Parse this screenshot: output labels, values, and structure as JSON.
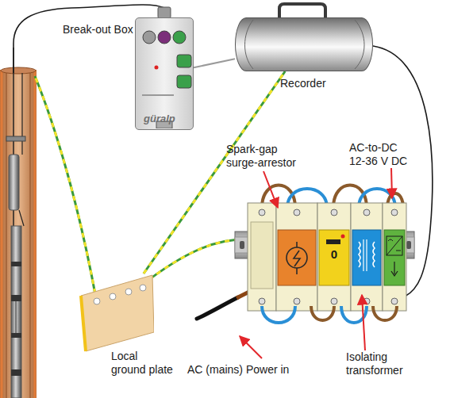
{
  "diagram": {
    "nodes": [
      {
        "text": [
          "Break-out Box",
          "güralp"
        ]
      },
      {
        "text": [
          "Recorder"
        ]
      },
      {
        "text": [
          "Local ground plate"
        ]
      }
    ],
    "edges": [
      {
        "from": 0,
        "to": 1,
        "arrow": "none"
      },
      {
        "from": 2,
        "to": 1,
        "arrow": "none"
      }
    ],
    "labels": [
      "Spark-gap surge-arrestor",
      "AC-to-DC 12-36 V DC",
      "0",
      "AC (mains) Power in",
      "Isolating transformer"
    ]
  }
}
